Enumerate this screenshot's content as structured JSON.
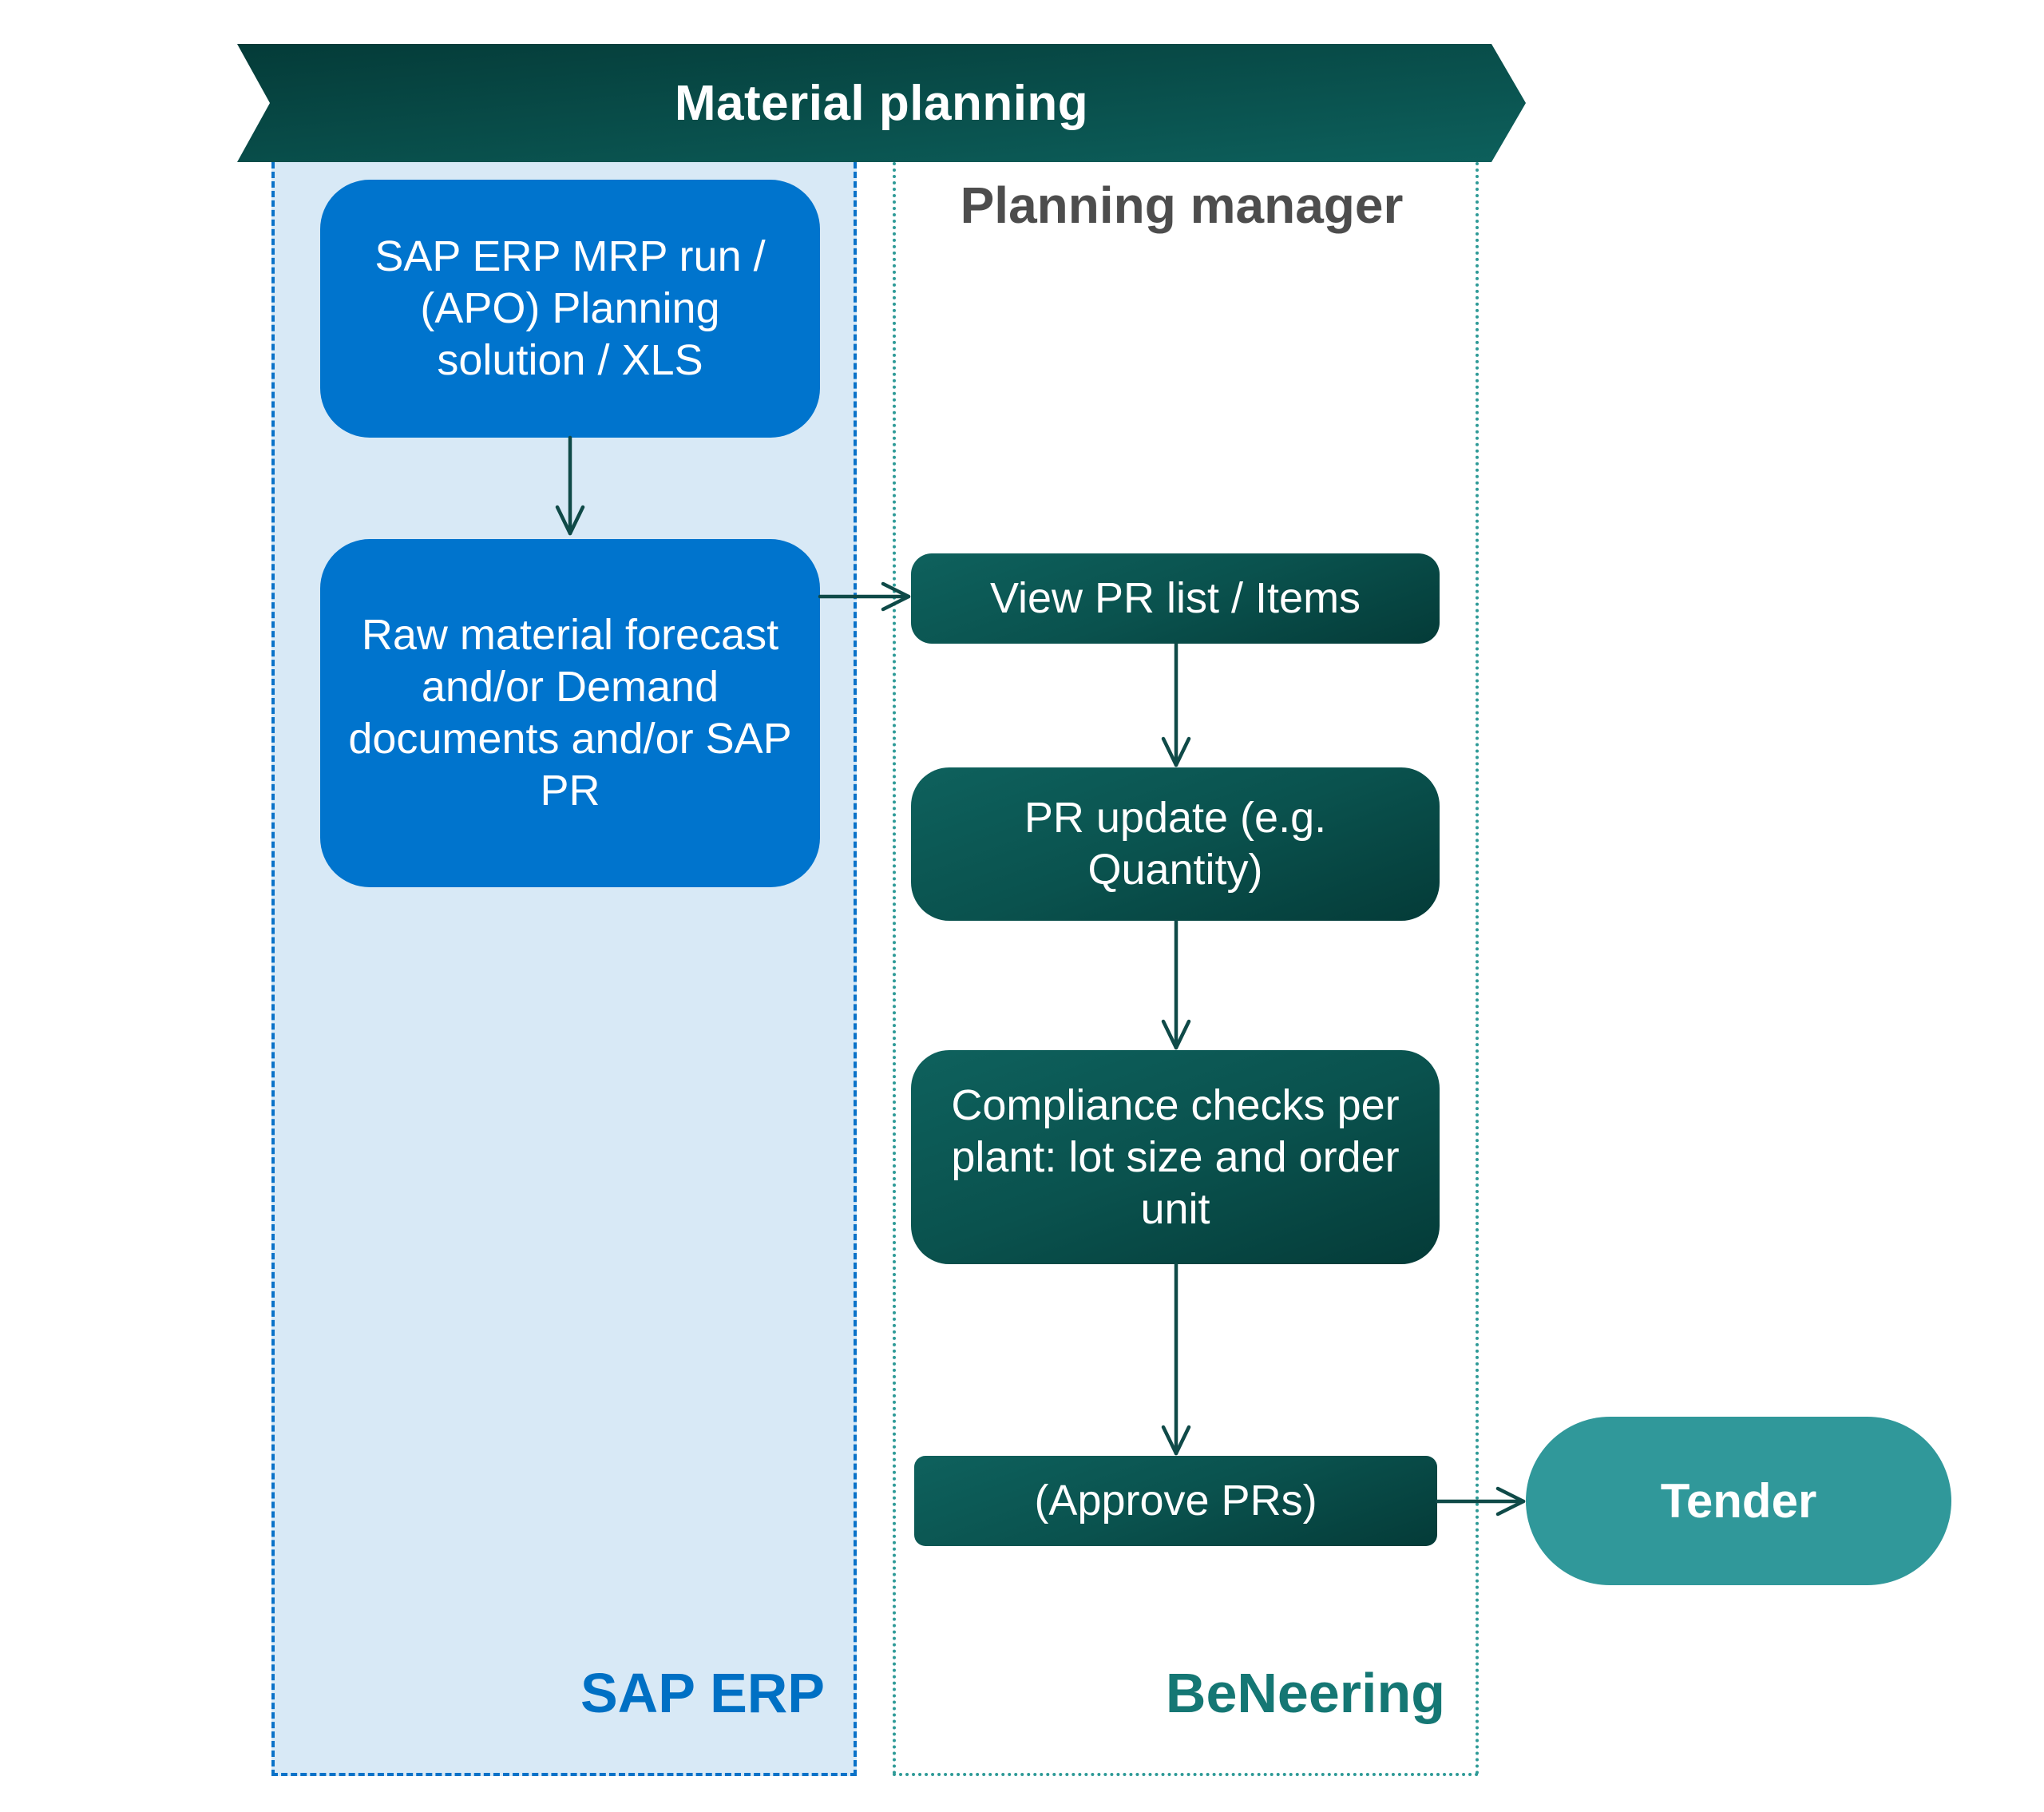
{
  "banner": {
    "title": "Material planning",
    "colors": {
      "start": "#043B38",
      "end": "#0D605C"
    }
  },
  "lanes": [
    {
      "id": "sap",
      "label": "SAP ERP",
      "border_style": "dashed",
      "color": "#0070C4",
      "fill": "#D8E9F6"
    },
    {
      "id": "beneering",
      "label": "BeNeering",
      "heading": "Planning manager",
      "border_style": "dotted",
      "color": "#157774",
      "fill": "#FFFFFF"
    }
  ],
  "nodes": [
    {
      "id": "b1",
      "lane": "sap",
      "text": "SAP ERP MRP run / (APO) Planning solution / XLS"
    },
    {
      "id": "b2",
      "lane": "sap",
      "text": "Raw material forecast and/or Demand documents and/or SAP PR"
    },
    {
      "id": "b3",
      "lane": "beneering",
      "text": "View PR list / Items"
    },
    {
      "id": "b4",
      "lane": "beneering",
      "text": "PR update (e.g. Quantity)"
    },
    {
      "id": "b5",
      "lane": "beneering",
      "text": "Compliance checks per plant: lot size and order unit"
    },
    {
      "id": "b6",
      "lane": "beneering",
      "text": "(Approve PRs)"
    },
    {
      "id": "tender",
      "lane": "none",
      "text": "Tender"
    }
  ],
  "edges": [
    {
      "from": "b1",
      "to": "b2"
    },
    {
      "from": "b2",
      "to": "b3"
    },
    {
      "from": "b3",
      "to": "b4"
    },
    {
      "from": "b4",
      "to": "b5"
    },
    {
      "from": "b5",
      "to": "b6"
    },
    {
      "from": "b6",
      "to": "tender"
    }
  ],
  "colors": {
    "sap_box": "#0074CD",
    "bn_box": "#0A524E",
    "tender": "#30989A",
    "arrow": "#0F4A48",
    "heading_text": "#4D4D4D"
  }
}
